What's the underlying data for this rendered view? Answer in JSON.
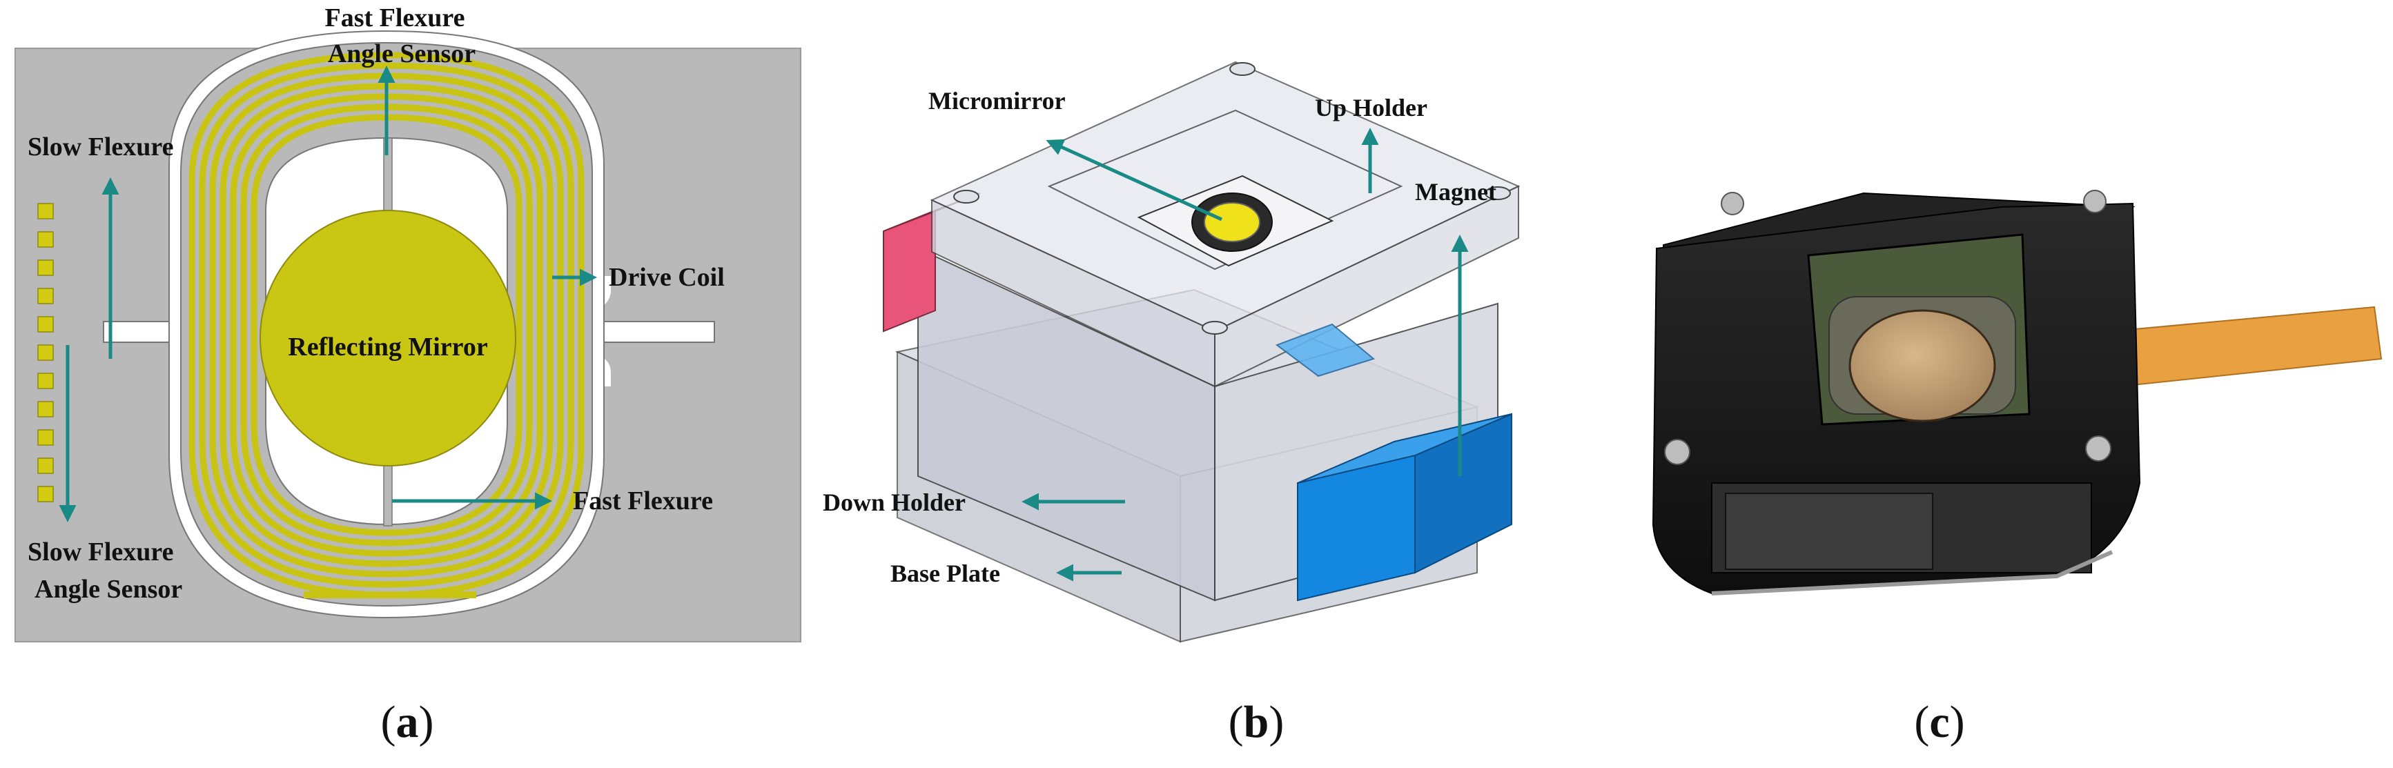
{
  "panel_a": {
    "labels": {
      "fast_flexure_angle_sensor_line1": "Fast Flexure",
      "fast_flexure_angle_sensor_line2": "Angle Sensor",
      "slow_flexure": "Slow Flexure",
      "drive_coil": "Drive Coil",
      "reflecting_mirror": "Reflecting Mirror",
      "fast_flexure": "Fast Flexure",
      "slow_flexure_angle_sensor_line1": "Slow Flexure",
      "slow_flexure_angle_sensor_line2": "Angle Sensor"
    },
    "caption_letter": "a"
  },
  "panel_b": {
    "labels": {
      "micromirror": "Micromirror",
      "up_holder": "Up Holder",
      "magnet": "Magnet",
      "down_holder": "Down Holder",
      "base_plate": "Base Plate"
    },
    "caption_letter": "b"
  },
  "panel_c": {
    "caption_letter": "c"
  },
  "colors": {
    "arrow": "#1a8a87",
    "chip_gray": "#b9b9b9",
    "coil_yellow": "#c8c411",
    "mirror_yellow": "#c9c614",
    "pad_yellow": "#d4cc12",
    "magnet_blue": "#1487e0",
    "magnet_red": "#e8547a",
    "package_black": "#1b1b1b",
    "flex_cable": "#e8a040"
  }
}
